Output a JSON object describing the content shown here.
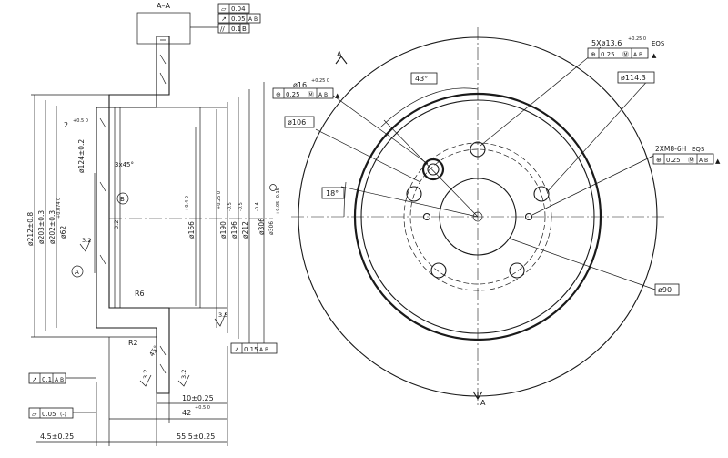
{
  "section": {
    "title": "A–A",
    "tolerances": [
      {
        "icon": "flatness",
        "value": "0.04",
        "datum": ""
      },
      {
        "icon": "runout",
        "value": "0.05",
        "datum": "A B"
      },
      {
        "icon": "parallelism",
        "value": "0.1",
        "datum": "B"
      }
    ]
  },
  "section_dimensions": {
    "chamfer": "3x45°",
    "depth": "2",
    "depth_tol": "+0.5 0",
    "hub_bore": "ø124±0.2",
    "radius_r6": "R6",
    "radius_r2": "R2",
    "angle": "45°",
    "roughness": [
      "3.2",
      "3.2",
      "3.2",
      "3.2",
      "3.5"
    ],
    "datum_a": "A",
    "datum_b": "B",
    "left_dims": [
      "ø212±0.8",
      "ø203±0.3",
      "ø202±0.3",
      "ø62"
    ],
    "left_dim_tol": "+0.074 0",
    "right_dims": [
      "ø166",
      "ø190",
      "ø196",
      "ø212",
      "ø306",
      "ø306"
    ],
    "right_dim_tols": [
      "+0.4 0",
      "+0.25 0",
      "-0.5",
      "-0.5",
      "-0.4",
      "+0.05 -0.15"
    ],
    "runout_right": {
      "value": "0.15",
      "datum": "A B"
    },
    "runout_left": {
      "value": "0.1",
      "datum": "A B"
    },
    "flatness_bottom": {
      "value": "0.05",
      "note": "(-)"
    },
    "bottom_dims": [
      {
        "value": "10±0.25"
      },
      {
        "value": "42",
        "tol": "+0.5 0"
      },
      {
        "value": "4.5±0.25"
      },
      {
        "value": "55.5±0.25"
      }
    ]
  },
  "front_view": {
    "section_label": "A",
    "angle_43": "43°",
    "angle_18": "18°",
    "hole_callout": {
      "text": "5Xø13.6",
      "tol": "+0.25 0",
      "note": "EQS",
      "position": "0.25",
      "datum": "A B"
    },
    "pilot_callout": {
      "text": "ø16",
      "tol": "+0.25 0",
      "position": "0.25",
      "datum": "A B"
    },
    "pcd": "ø114.3",
    "bolt_circle": "ø106",
    "thread_callout": {
      "text": "2XM8-6H",
      "note": "EQS",
      "position": "0.25",
      "datum": "A B"
    },
    "center_bore": "ø90"
  }
}
